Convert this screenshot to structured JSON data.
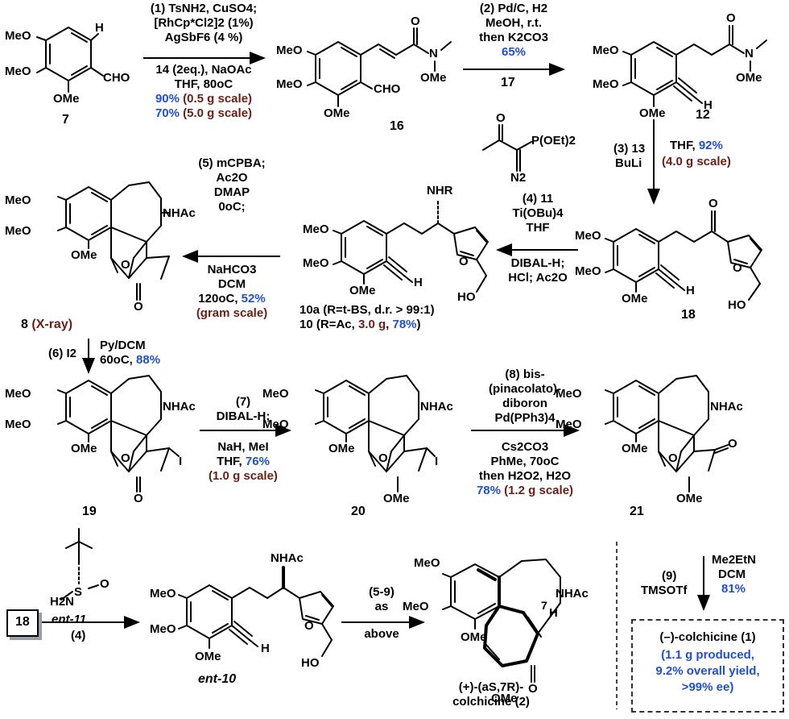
{
  "compounds": {
    "c7": "7",
    "c16": "16",
    "c12": "12",
    "c17": "17",
    "c18": "18",
    "c8": "8",
    "c8_note": "(X-ray)",
    "c10a": "10a (R=t-BS, d.r. > 99:1)",
    "c10_prefix": "10 (R=Ac, ",
    "c10_mass": "3.0 g",
    "c10_yield": "78%",
    "c10_suffix": ")",
    "c19": "19",
    "c20": "20",
    "c21": "21",
    "ent10": "ent-10",
    "ent11": "ent-11",
    "colchicine2_line1": "(+)-(aS,7R)-",
    "colchicine2_line2": "colchicine (2)"
  },
  "groups": {
    "MeO": "MeO",
    "OMe": "OMe",
    "CHO": "CHO",
    "H": "H",
    "N": "N",
    "O": "O",
    "NHR": "NHR",
    "NHAc": "NHAc",
    "I": "I",
    "HO": "HO",
    "S": "S",
    "H2N": "H2N",
    "POEt2": "P(OEt)2",
    "N2": "N2",
    "seven": "7"
  },
  "steps": {
    "s1": [
      "(1) TsNH2, CuSO4;",
      "[RhCp*Cl2]2 (1%)",
      "AgSbF6 (4 %)",
      "14 (2eq.), NaOAc",
      "THF, 80oC"
    ],
    "s1_yield1": "90%",
    "s1_scale1": "(0.5 g scale)",
    "s1_yield2": "70%",
    "s1_scale2": "(5.0 g scale)",
    "s2": [
      "(2) Pd/C, H2",
      "MeOH, r.t.",
      "then K2CO3"
    ],
    "s2_yield": "65%",
    "s3_left": [
      "(3) 13",
      "BuLi"
    ],
    "s3_right": "THF, ",
    "s3_yield": "92%",
    "s3_scale": "(4.0 g scale)",
    "s4": [
      "(4) 11",
      "Ti(OBu)4",
      "THF",
      "DIBAL-H;",
      "HCl; Ac2O"
    ],
    "s5": [
      "(5) mCPBA;",
      "Ac2O",
      "DMAP",
      "0oC;",
      "NaHCO3",
      "DCM"
    ],
    "s5_temp": "120oC, ",
    "s5_yield": "52%",
    "s5_scale": "(gram scale)",
    "s6_left": "(6) I2",
    "s6_right": [
      "Py/DCM"
    ],
    "s6_temp": "60oC, ",
    "s6_yield": "88%",
    "s7": [
      "(7)",
      "DIBAL-H;",
      "NaH, MeI"
    ],
    "s7_solv": "THF, ",
    "s7_yield": "76%",
    "s7_scale": "(1.0 g scale)",
    "s8": [
      "(8) bis-",
      "(pinacolato)-",
      "diboron",
      "Pd(PPh3)4",
      "Cs2CO3",
      "PhMe, 70oC",
      "then H2O2, H2O"
    ],
    "s8_yield": "78%",
    "s8_scale": "(1.2 g scale)",
    "s9_left": [
      "(9)",
      "TMSOTf"
    ],
    "s9_right": [
      "Me2EtN",
      "DCM"
    ],
    "s9_yield": "81%",
    "s4b": "(4)",
    "s59": [
      "(5-9)",
      "as",
      "above"
    ]
  },
  "final_box": {
    "title": "(–)-colchicine (1)",
    "lines": [
      "(1.1 g produced,",
      "9.2% overall yield,",
      ">99% ee)"
    ]
  },
  "colors": {
    "yield": "#1f4fd6",
    "scale": "#6b1f14",
    "highlight_bond": "#000000"
  }
}
